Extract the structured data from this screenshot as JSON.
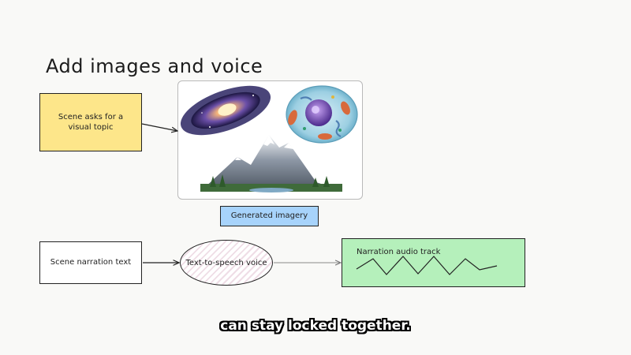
{
  "title": "Add images and voice",
  "nodes": {
    "visual_topic": "Scene asks for a visual topic",
    "generated_imagery": "Generated imagery",
    "narration_text": "Scene narration text",
    "tts_voice": "Text-to-speech voice",
    "audio_track": "Narration audio track"
  },
  "image_panel": {
    "items": [
      "galaxy-icon",
      "cell-icon",
      "mountain-icon"
    ]
  },
  "colors": {
    "yellow": "#fde68a",
    "blue": "#a7d3fb",
    "green": "#b5f0bb",
    "ellipse_hatch": "#efdde6"
  },
  "subtitle": "can stay locked together."
}
